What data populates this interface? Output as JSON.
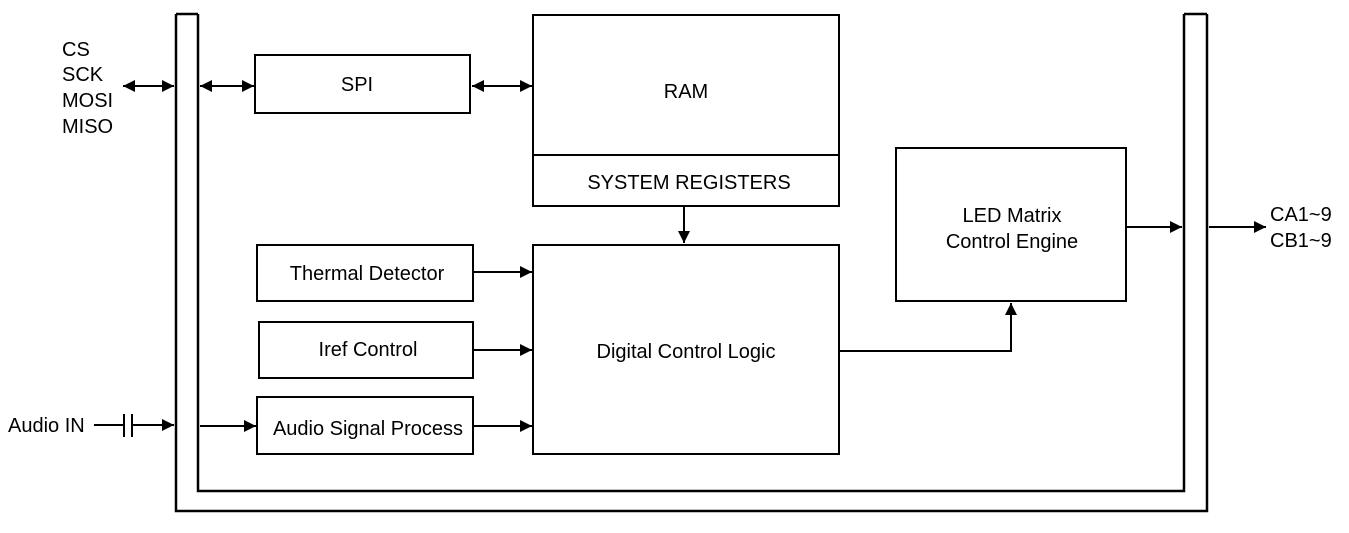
{
  "pins_left": {
    "cs": "CS",
    "sck": "SCK",
    "mosi": "MOSI",
    "miso": "MISO"
  },
  "audio_in": "Audio IN",
  "pins_right": {
    "ca": "CA1~9",
    "cb": "CB1~9"
  },
  "blocks": {
    "spi": "SPI",
    "ram": "RAM",
    "system_registers": "SYSTEM REGISTERS",
    "thermal_detector": "Thermal Detector",
    "iref_control": "Iref Control",
    "audio_signal_process": "Audio Signal Process",
    "digital_control_logic": "Digital Control Logic",
    "led_matrix_line1": "LED Matrix",
    "led_matrix_line2": "Control Engine"
  }
}
